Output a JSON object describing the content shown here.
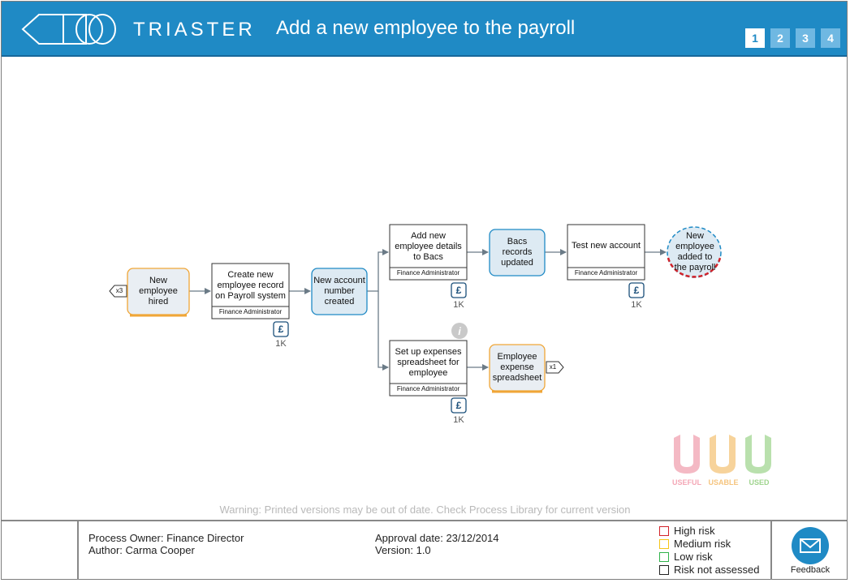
{
  "header": {
    "brand": "TRIASTER",
    "title": "Add a new employee to the payroll",
    "pages": [
      "1",
      "2",
      "3",
      "4"
    ],
    "active_page": "1",
    "color": "#1f8ac5"
  },
  "diagram": {
    "start_event": {
      "label": "New employee hired",
      "badge": "x3"
    },
    "step_create": {
      "label": "Create new employee record on Payroll system",
      "role": "Finance Administrator",
      "cost_icon": "£",
      "cost": "1K"
    },
    "output_account": {
      "label": "New account number created"
    },
    "step_bacs": {
      "label": "Add new employee details to Bacs",
      "role": "Finance Administrator",
      "cost_icon": "£",
      "cost": "1K"
    },
    "output_bacs": {
      "label": "Bacs records updated"
    },
    "step_test": {
      "label": "Test new account",
      "role": "Finance Administrator",
      "cost_icon": "£",
      "cost": "1K"
    },
    "end_event": {
      "label": "New employee added to the payroll"
    },
    "step_expenses": {
      "label": "Set up expenses spreadsheet for employee",
      "role": "Finance Administrator",
      "cost_icon": "£",
      "cost": "1K",
      "info_icon": "i"
    },
    "output_expenses": {
      "label": "Employee expense spreadsheet",
      "badge": "x1"
    }
  },
  "uuu": {
    "useful": "USEFUL",
    "usable": "USABLE",
    "used": "USED"
  },
  "warning": "Warning: Printed versions may be out of date. Check Process Library for current version",
  "footer": {
    "owner": "Process Owner: Finance Director",
    "author": "Author: Carma Cooper",
    "approval": "Approval date: 23/12/2014",
    "version": "Version: 1.0",
    "risks": [
      {
        "label": "High risk",
        "color": "#d2232a"
      },
      {
        "label": "Medium risk",
        "color": "#f5c518"
      },
      {
        "label": "Low risk",
        "color": "#2fb34a"
      },
      {
        "label": "Risk not assessed",
        "color": "#222222"
      }
    ],
    "feedback": "Feedback"
  }
}
